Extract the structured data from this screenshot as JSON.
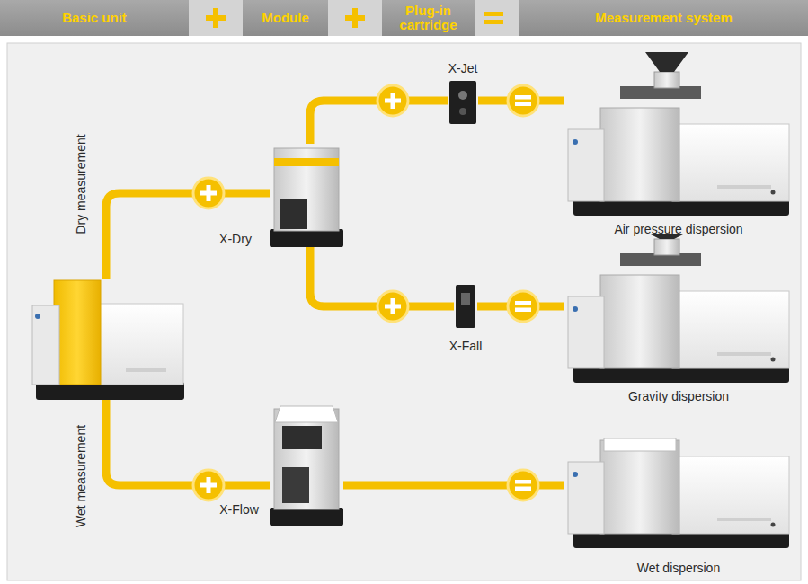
{
  "diagram": {
    "nodes": [
      {
        "text": [
          "Basic unit"
        ]
      },
      {
        "text": [
          "Module"
        ]
      },
      {
        "text": [
          "Plug-in cartridge"
        ]
      },
      {
        "text": [
          "Measurement system"
        ]
      },
      {
        "text": [
          "X-Dry"
        ]
      },
      {
        "text": [
          "X-Jet"
        ]
      },
      {
        "text": [
          "Air pressure dispersion"
        ]
      },
      {
        "text": [
          "X-Fall"
        ]
      },
      {
        "text": [
          "Gravity dispersion"
        ]
      },
      {
        "text": [
          "X-Flow"
        ]
      },
      {
        "text": [
          "Wet dispersion"
        ]
      }
    ],
    "edges": [
      {
        "from": 4,
        "to": 5,
        "arrow": "none"
      },
      {
        "from": 5,
        "to": 6,
        "arrow": "none"
      },
      {
        "from": 4,
        "to": 7,
        "arrow": "none"
      },
      {
        "from": 7,
        "to": 8,
        "arrow": "none"
      },
      {
        "from": 9,
        "to": 10,
        "arrow": "none"
      }
    ],
    "labels": [
      "Dry measurement",
      "Wet measurement"
    ]
  }
}
